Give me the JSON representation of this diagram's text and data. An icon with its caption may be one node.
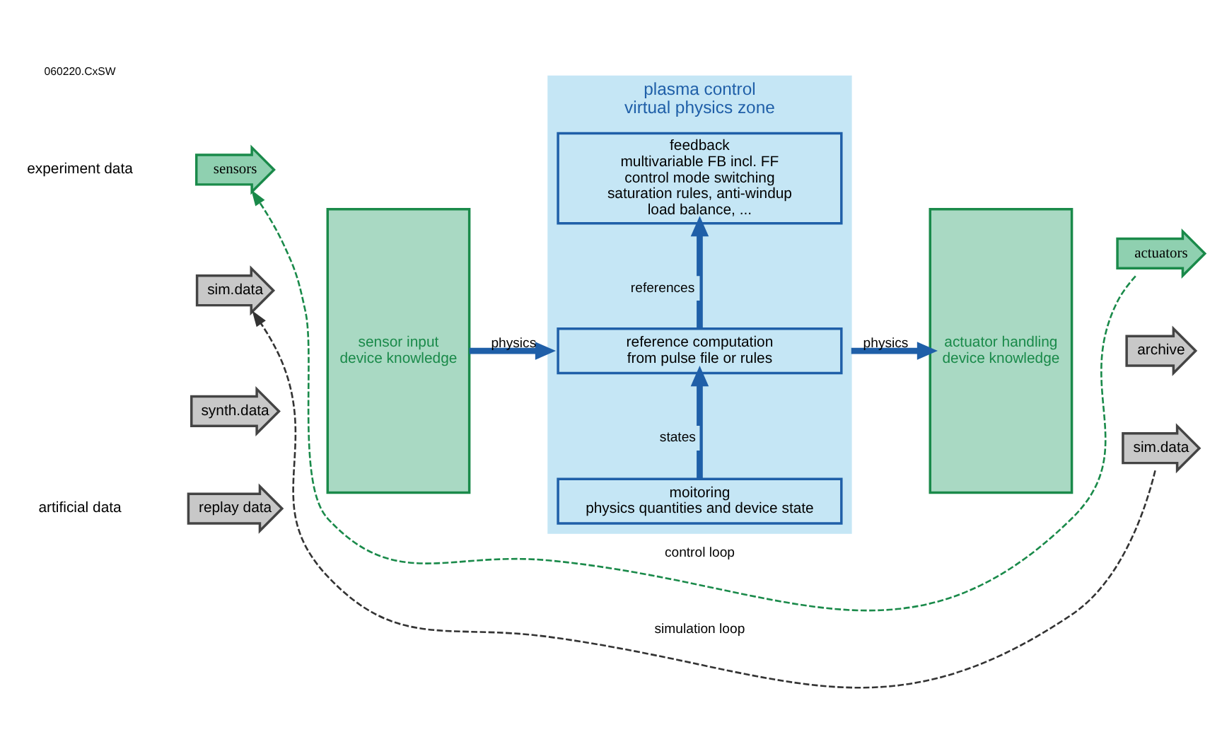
{
  "diagram": {
    "nodes": [
      {
        "text": [
          "sensor input",
          "device knowledge"
        ]
      },
      {
        "text": [
          "sensors"
        ]
      },
      {
        "text": [
          "synth.data"
        ]
      },
      {
        "text": [
          "replay data"
        ]
      },
      {
        "text": [
          "sim.data"
        ]
      },
      {
        "text": [
          "plasma control",
          "virtual physics zone"
        ]
      },
      {
        "text": [
          "moitoring",
          "physics quantities and device state"
        ],
        "in": 5
      },
      {
        "text": [
          "reference computation",
          "from pulse file or rules"
        ],
        "in": 5
      },
      {
        "text": [
          "feedback",
          "multivariable FB incl. FF",
          "control mode switching",
          "saturation rules, anti-windup",
          "load balance, ..."
        ],
        "in": 5
      },
      {
        "text": [
          "actuator handling",
          "device knowledge"
        ]
      },
      {
        "text": [
          "actuators"
        ]
      },
      {
        "text": [
          "archive"
        ]
      },
      {
        "text": [
          "sim.data"
        ]
      }
    ],
    "edges": [
      {
        "from": 6,
        "to": 7,
        "arrow": "to",
        "label": "states"
      },
      {
        "from": 7,
        "to": 8,
        "arrow": "to",
        "label": "references"
      },
      {
        "from": 0,
        "to": 5,
        "arrow": "to",
        "label": "physics"
      },
      {
        "from": 5,
        "to": 9,
        "arrow": "to",
        "label": "physics"
      },
      {
        "from": 10,
        "to": 1,
        "arrow": "to",
        "label": "control loop",
        "style": "dashed",
        "color": "#1a8a4a"
      },
      {
        "from": 12,
        "to": 4,
        "arrow": "to",
        "label": "simulation loop",
        "style": "dashed",
        "color": "#333333"
      }
    ],
    "labels": [
      "experiment data",
      "artificial data",
      "060220.CxSW"
    ]
  }
}
